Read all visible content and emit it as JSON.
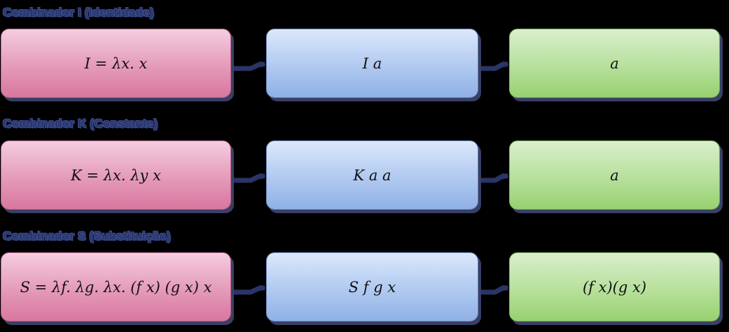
{
  "sections": [
    {
      "title": "Combinador I (Identidade)",
      "definition": "I = λx.  x",
      "application": "I a",
      "result": "a"
    },
    {
      "title": "Combinador K (Constante)",
      "definition": "K = λx. λy x",
      "application": "K a a",
      "result": "a"
    },
    {
      "title": "Combinador S (Substituição)",
      "definition": "S = λf. λg. λx.  (f x) (g x) x",
      "application": "S  f  g  x",
      "result": "(f x)(g x)"
    }
  ],
  "colors": {
    "background": "#000000",
    "definition_box": "#e49ab9",
    "application_box": "#b0c9f0",
    "result_box": "#b6e09b",
    "arrow": "#2b3466",
    "title": "#27356e"
  }
}
